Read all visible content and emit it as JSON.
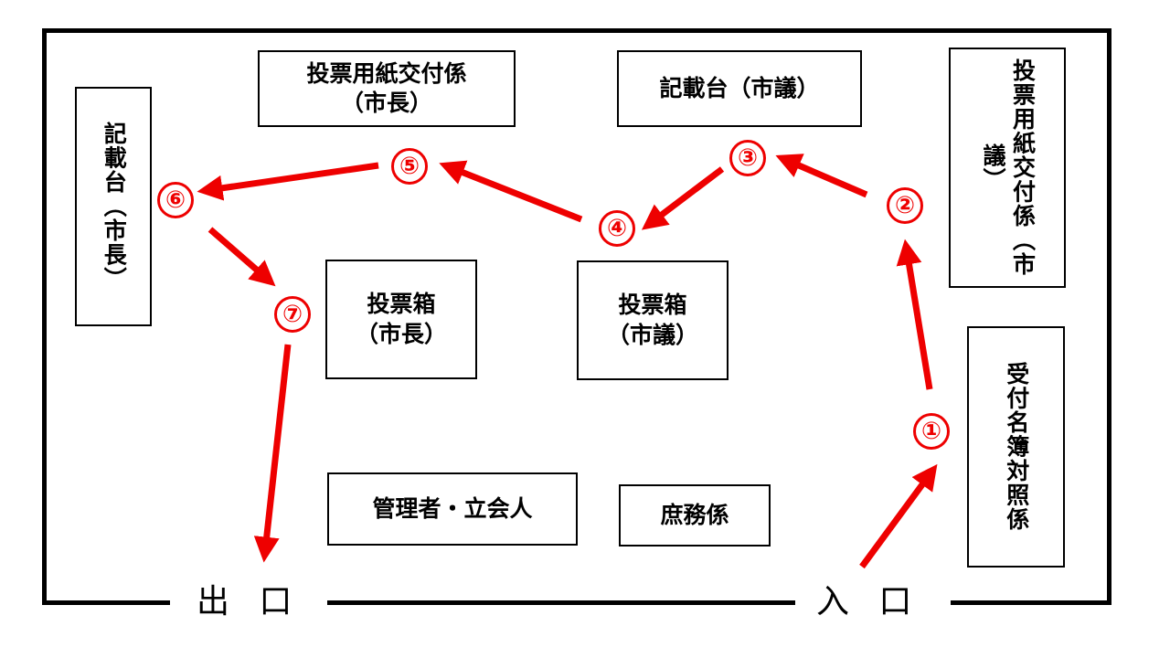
{
  "booths": {
    "ballot_issue_mayor": [
      "投票用紙交付係",
      "（市長）"
    ],
    "writing_desk_council": "記載台（市議）",
    "ballot_issue_council": "投票用紙交付係（市議）",
    "writing_desk_mayor": "記載台（市長）",
    "ballot_box_mayor": [
      "投票箱",
      "（市長）"
    ],
    "ballot_box_council": [
      "投票箱",
      "（市議）"
    ],
    "manager_witness": "管理者・立会人",
    "general_affairs": "庶務係",
    "reception": "受付名簿対照係"
  },
  "gates": {
    "exit": "出口",
    "entrance": "入口"
  },
  "steps": [
    "①",
    "②",
    "③",
    "④",
    "⑤",
    "⑥",
    "⑦"
  ],
  "colors": {
    "arrow": "#ee0000",
    "line": "#000000"
  }
}
